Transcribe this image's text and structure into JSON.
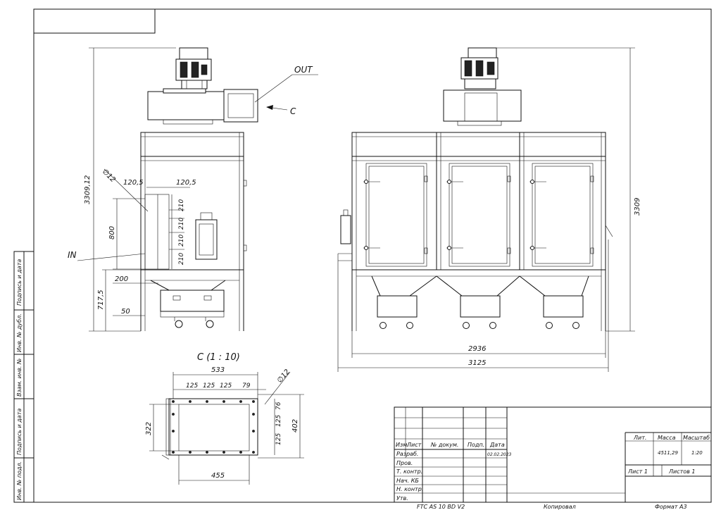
{
  "labels": {
    "out": "OUT",
    "in": "IN",
    "c_arrow": "C",
    "view_title": "C (1 : 10)"
  },
  "dims": {
    "total_height_left": "3309,12",
    "diameter": "∅12",
    "w120_left": "120,5",
    "w120_right": "120,5",
    "h800": "800",
    "h210_1": "210",
    "h210_2": "210",
    "h210_3": "210",
    "h210_4": "210",
    "h200": "200",
    "h717": "717,5",
    "h50": "50",
    "total_height_right": "3309",
    "w2936": "2936",
    "w3125": "3125",
    "c_w533": "533",
    "c_w125_1": "125",
    "c_w125_2": "125",
    "c_w125_3": "125",
    "c_w79": "79",
    "c_diameter": "∅12",
    "c_h76": "76",
    "c_h125_1": "125",
    "c_h125_2": "125",
    "c_h322": "322",
    "c_h402": "402",
    "c_w455": "455"
  },
  "side_stamps": [
    "Подпись и дата",
    "Инв. № дубл.",
    "Взам. инв. №",
    "Подпись и дата",
    "Инв. № подл."
  ],
  "title_block": {
    "col_headers": [
      "Изм.",
      "Лист",
      "№ докум.",
      "Подп.",
      "Дата"
    ],
    "rows": [
      "Разраб.",
      "Пров.",
      "Т. контр.",
      "Нач. КБ",
      "Н. контр.",
      "Утв."
    ],
    "date": "02.02.2023",
    "lit": "Лит.",
    "mass": "Масса",
    "scale": "Масштаб",
    "mass_value": "4511,29",
    "scale_value": "1:20",
    "sheet": "Лист 1",
    "sheets": "Листов 1",
    "doc_code": "FTC AS 10 BD V2",
    "copied": "Копировал",
    "format": "Формат А3"
  }
}
